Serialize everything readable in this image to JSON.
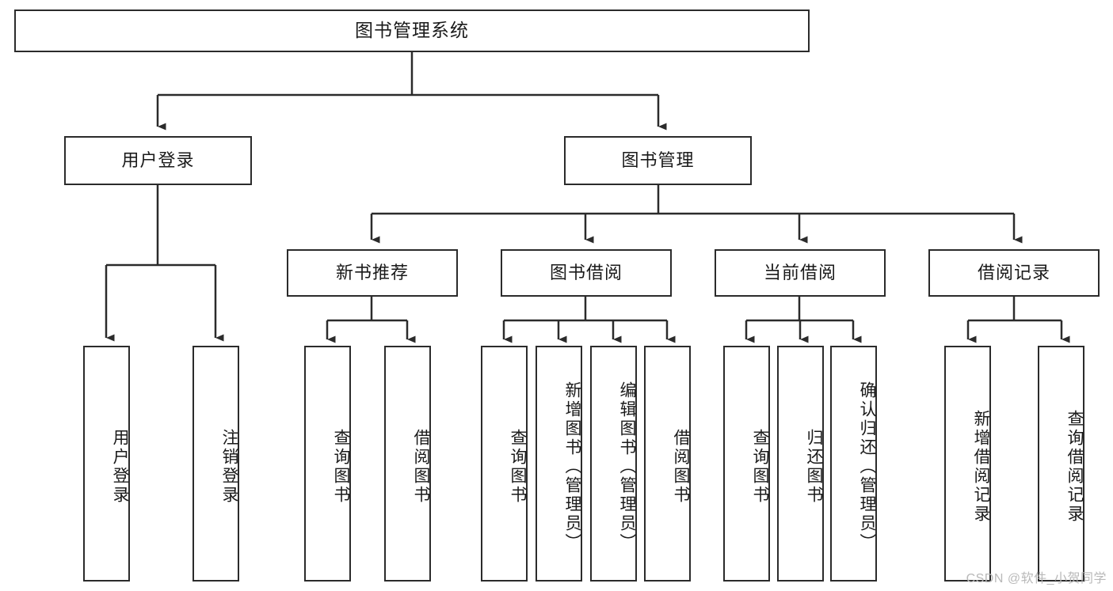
{
  "diagram": {
    "title": "图书管理系统",
    "type": "功能结构图",
    "orientation": "top-down-tree",
    "colors": {
      "box_border": "#2b2b2b",
      "box_fill": "#ffffff",
      "connector": "#2b2b2b",
      "text": "#1a1a1a",
      "watermark": "#b9b9b9",
      "background": "#ffffff"
    },
    "root": {
      "label": "图书管理系统",
      "orientation": "horizontal"
    },
    "level2": [
      {
        "label": "用户登录",
        "orientation": "horizontal"
      },
      {
        "label": "图书管理",
        "orientation": "horizontal"
      }
    ],
    "level3": [
      {
        "label": "新书推荐",
        "orientation": "horizontal",
        "parent": "图书管理"
      },
      {
        "label": "图书借阅",
        "orientation": "horizontal",
        "parent": "图书管理"
      },
      {
        "label": "当前借阅",
        "orientation": "horizontal",
        "parent": "图书管理"
      },
      {
        "label": "借阅记录",
        "orientation": "horizontal",
        "parent": "图书管理"
      }
    ],
    "leaves": {
      "user_login": [
        {
          "label": "用户登录",
          "orientation": "vertical"
        },
        {
          "label": "注销登录",
          "orientation": "vertical"
        }
      ],
      "new_book_recommend": [
        {
          "label": "查询图书",
          "orientation": "vertical"
        },
        {
          "label": "借阅图书",
          "orientation": "vertical"
        }
      ],
      "book_borrow": [
        {
          "label": "查询图书",
          "orientation": "vertical"
        },
        {
          "label": "新增图书（管理员）",
          "orientation": "vertical"
        },
        {
          "label": "编辑图书（管理员）",
          "orientation": "vertical"
        },
        {
          "label": "借阅图书",
          "orientation": "vertical"
        }
      ],
      "current_borrow": [
        {
          "label": "查询图书",
          "orientation": "vertical"
        },
        {
          "label": "归还图书",
          "orientation": "vertical"
        },
        {
          "label": "确认归还（管理员）",
          "orientation": "vertical"
        }
      ],
      "borrow_record": [
        {
          "label": "新增借阅记录",
          "orientation": "vertical"
        },
        {
          "label": "查询借阅记录",
          "orientation": "vertical"
        }
      ]
    },
    "watermark": "CSDN @软件_小贺同学"
  }
}
